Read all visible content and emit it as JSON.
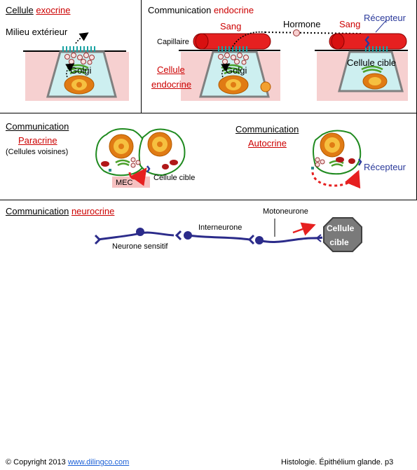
{
  "colors": {
    "red": "#cc0000",
    "blue": "#2b3a9b",
    "blood": "#e62020",
    "cell_fill": "#cdeff0",
    "tissue_pink": "#f6d0d0",
    "nucleus": "#f1a020",
    "cell_green": "#1f8a1f",
    "link": "#1a5fd6"
  },
  "exocrine": {
    "title_prefix": "Cellule",
    "title_highlight": "exocrine",
    "milieu": "Milieu extérieur",
    "golgi": "Golgi"
  },
  "endocrine": {
    "title_prefix": "Communication",
    "title_highlight": "endocrine",
    "sang_left": "Sang",
    "sang_right": "Sang",
    "hormone": "Hormone",
    "recepteur": "Récepteur",
    "capillaire": "Capillaire",
    "cell_label_line1": "Cellule",
    "cell_label_line2": "endocrine",
    "golgi": "Golgi",
    "cellule_cible": "Cellule cible"
  },
  "paracrine": {
    "title_line1": "Communication",
    "title_line2": "Paracrine",
    "subtitle": "(Cellules voisines)",
    "mec": "MEC",
    "cellule_cible": "Cellule cible"
  },
  "autocrine": {
    "title_line1": "Communication",
    "title_line2": "Autocrine",
    "recepteur": "Récepteur"
  },
  "neurocrine": {
    "title_prefix": "Communication",
    "title_highlight": "neurocrine",
    "motoneurone": "Motoneurone",
    "interneurone": "Interneurone",
    "neurone_sensitif": "Neurone sensitif",
    "target_line1": "Cellule",
    "target_line2": "cible"
  },
  "footer": {
    "copyright": "© Copyright 2013",
    "link": "www.dilingco.com",
    "page": "Histologie. Épithélium glande. p3"
  }
}
